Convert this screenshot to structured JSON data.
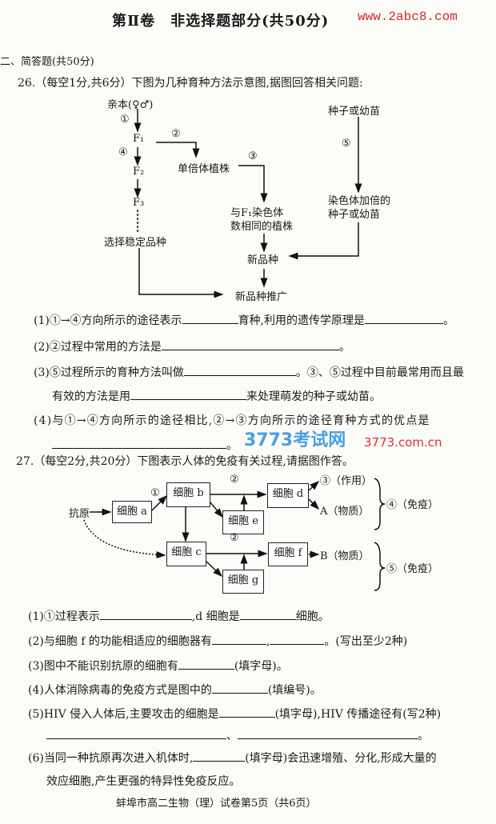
{
  "header": {
    "title": "第Ⅱ卷　非选择题部分(共50分)",
    "watermark": "www.2abc8.com"
  },
  "section": "二、简答题(共50分)",
  "q26": {
    "stem": "26.（每空1分,共6分）下图为几种育种方法示意图,据图回答相关问题:",
    "diagram": {
      "parent": "亲本(♀♂)",
      "c1": "①",
      "c2": "②",
      "c3": "③",
      "c4": "④",
      "c5": "⑤",
      "f1": "F₁",
      "f2": "F₂",
      "f3": "F₃",
      "select": "选择稳定品种",
      "haploid": "单倍体植株",
      "same1": "与F₁染色体",
      "same2": "数相同的植株",
      "newvar": "新品种",
      "promote": "新品种推广",
      "seed": "种子或幼苗",
      "doubled1": "染色体加倍的",
      "doubled2": "种子或幼苗"
    },
    "q1a": "(1)①→④方向所示的途径表示",
    "q1b": "育种,利用的遗传学原理是",
    "q1c": "。",
    "q2a": "(2)②过程中常用的方法是",
    "q2b": "。",
    "q3a": "(3)⑤过程所示的育种方法叫做",
    "q3b": "。③、⑤过程中目前最常用而且最",
    "q3c": "有效的方法是用",
    "q3d": "来处理萌发的种子或幼苗。",
    "q4a": "(4)与①→④方向所示的途径相比,②→③方向所示的途径育种方式的优点是",
    "q4b": "。"
  },
  "watermark2": {
    "main": "3773考试网",
    "sub": "3773.com.cn"
  },
  "q27": {
    "stem": "27.（每空2分,共20分）下图表示人体的免疫有关过程,请据图作答。",
    "diagram": {
      "antigen": "抗原",
      "a": "细胞 a",
      "b": "细胞 b",
      "c": "细胞 c",
      "d": "细胞 d",
      "e": "细胞 e",
      "f": "细胞 f",
      "g": "细胞 g",
      "n1": "①",
      "n2a": "②",
      "n2b": "②",
      "n3": "③（作用）",
      "matA": "A（物质）",
      "imm4": "④（免疫）",
      "matB": "B（物质）",
      "imm5": "⑤（免疫）"
    },
    "q1a": "(1)①过程表示",
    "q1b": ",d 细胞是",
    "q1c": "细胞。",
    "q2a": "(2)与细胞 f 的功能相适应的细胞器有",
    "q2b": ",",
    "q2c": "。(写出至少2种)",
    "q3a": "(3)图中不能识别抗原的细胞有",
    "q3b": "(填字母)。",
    "q4a": "(4)人体消除病毒的免疫方式是图中的",
    "q4b": "(填编号)。",
    "q5a": "(5)HIV 侵入人体后,主要攻击的细胞是",
    "q5b": "(填字母),HIV 传播途径有(写2种)",
    "q5c": "、",
    "q5d": "。",
    "q6a": "(6)当同一种抗原再次进入机体时,",
    "q6b": "(填字母)会迅速增殖、分化,形成大量的",
    "q6c": "效应细胞,产生更强的特异性免疫反应。"
  },
  "footer": "蚌埠市高二生物（理）试卷第5页（共6页）"
}
